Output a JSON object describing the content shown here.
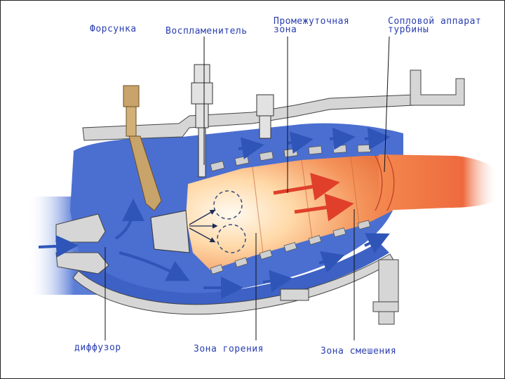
{
  "labels": {
    "injector": "Форсунка",
    "igniter": "Воспламенитель",
    "intermediate_zone": "Промежуточная\nзона",
    "turbine_nozzle": "Сопловой аппарат\nтурбины",
    "diffuser": "диффузор",
    "combustion_zone": "Зона горения",
    "mixing_zone": "Зона смешения"
  },
  "colors": {
    "label_text": "#2a3eb1",
    "air_blue": "#4b6fd0",
    "air_blue_dark": "#2f55b8",
    "metal_grey": "#b9b9b9",
    "flame_orange": "#f08a4b",
    "flame_core": "#fff3d6",
    "hot_gas_red": "#e0402a",
    "injector_tan": "#c8a36a"
  }
}
